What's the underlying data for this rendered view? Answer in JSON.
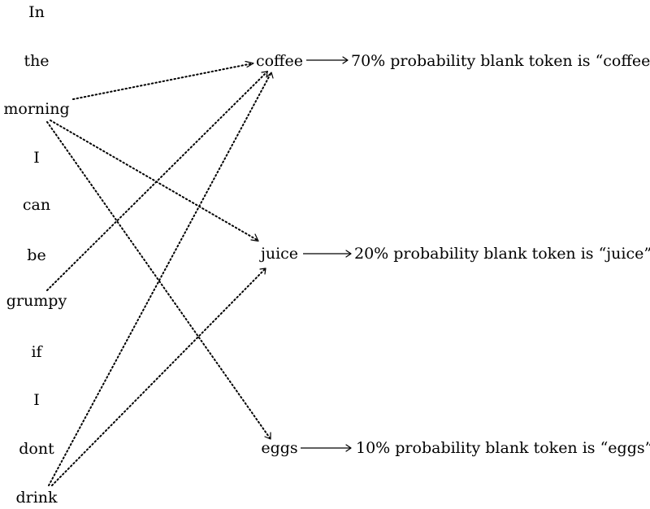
{
  "sentence_tokens": [
    "In",
    "the",
    "morning",
    "I",
    "can",
    "be",
    "grumpy",
    "if",
    "I",
    "dont",
    "drink"
  ],
  "candidates": [
    {
      "word": "coffee",
      "probability_text": "70% probability blank token is “coffee”"
    },
    {
      "word": "juice",
      "probability_text": "20% probability blank token is “juice”"
    },
    {
      "word": "eggs",
      "probability_text": "10% probability blank token is “eggs”"
    }
  ],
  "attention_links": [
    {
      "from": "morning",
      "to": "coffee"
    },
    {
      "from": "morning",
      "to": "juice"
    },
    {
      "from": "morning",
      "to": "eggs"
    },
    {
      "from": "grumpy",
      "to": "coffee"
    },
    {
      "from": "drink",
      "to": "coffee"
    },
    {
      "from": "drink",
      "to": "juice"
    }
  ]
}
